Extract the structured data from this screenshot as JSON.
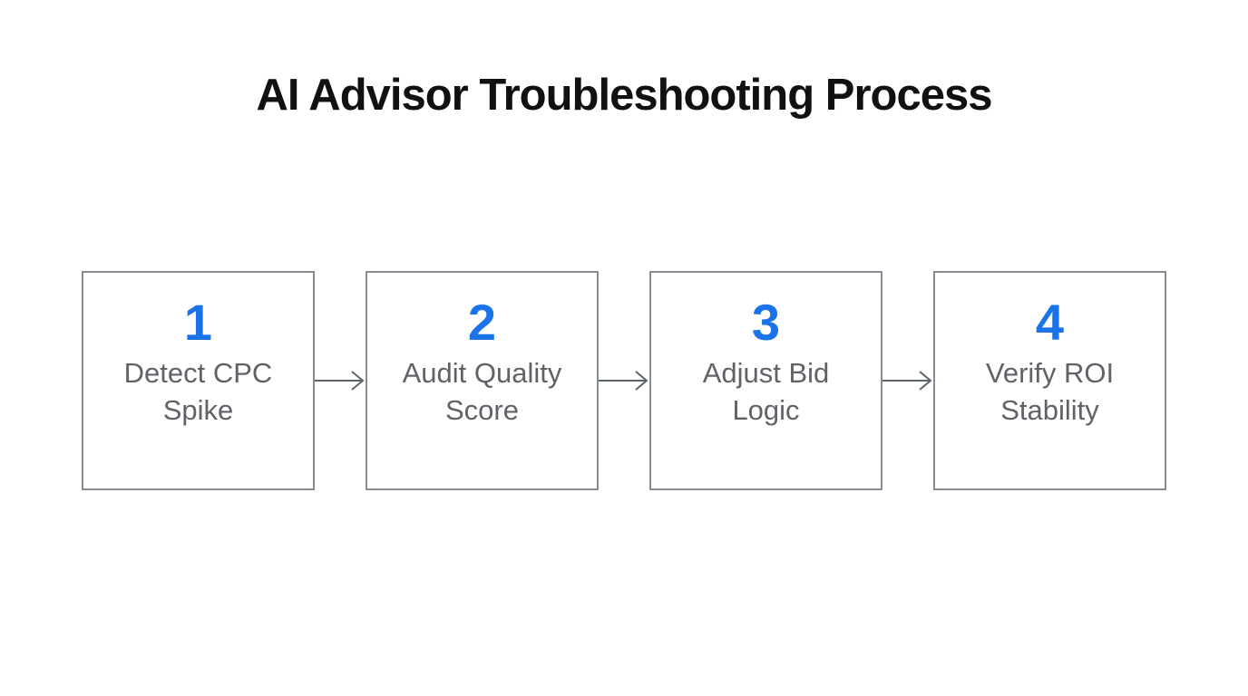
{
  "title": "AI Advisor Troubleshooting Process",
  "steps": [
    {
      "number": "1",
      "label": "Detect CPC\nSpike"
    },
    {
      "number": "2",
      "label": "Audit Quality\nScore"
    },
    {
      "number": "3",
      "label": "Adjust Bid\nLogic"
    },
    {
      "number": "4",
      "label": "Verify ROI\nStability"
    }
  ],
  "arrow": {
    "icon": "arrow-right-icon",
    "glyph": "→"
  },
  "colors": {
    "step_number_blue": "#1A73E8",
    "step_label_gray": "#5F6368",
    "box_border_gray": "#878D94",
    "arrow_gray": "#5C636B",
    "title_black": "#111111",
    "background_white": "#FFFFFF"
  }
}
